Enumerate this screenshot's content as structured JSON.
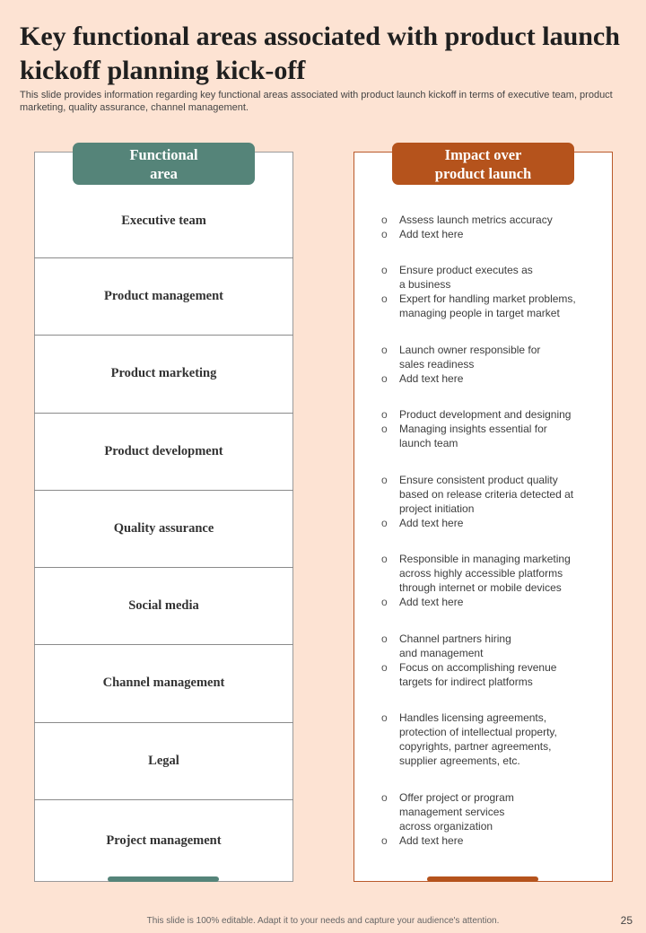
{
  "title": "Key functional areas associated with product launch kickoff planning kick-off",
  "subtitle": "This slide provides information regarding key functional areas associated with product launch kickoff in terms of executive team, product marketing, quality assurance, channel management.",
  "headers": {
    "left": "Functional\narea",
    "right": "Impact over\nproduct launch"
  },
  "bullet_glyph": "o",
  "rows": [
    {
      "area": "Executive team",
      "impacts": [
        "Assess launch metrics accuracy",
        "Add text here"
      ]
    },
    {
      "area": "Product  management",
      "impacts": [
        "Ensure product executes as\na business",
        "Expert for handling market problems,\nmanaging people in target market"
      ]
    },
    {
      "area": "Product  marketing",
      "impacts": [
        "Launch owner responsible for\nsales readiness",
        "Add text here"
      ]
    },
    {
      "area": "Product  development",
      "impacts": [
        "Product development  and designing",
        "Managing insights essential for\nlaunch team"
      ]
    },
    {
      "area": "Quality  assurance",
      "impacts": [
        "Ensure consistent product quality\nbased on release criteria detected at\nproject initiation",
        "Add text here"
      ]
    },
    {
      "area": "Social media",
      "impacts": [
        "Responsible in managing marketing\nacross highly accessible platforms\nthrough internet or mobile devices",
        "Add text here"
      ]
    },
    {
      "area": "Channel  management",
      "impacts": [
        "Channel partners hiring\nand management",
        "Focus on accomplishing revenue\ntargets for indirect platforms"
      ]
    },
    {
      "area": "Legal",
      "impacts": [
        "Handles licensing agreements,\nprotection of intellectual property,\ncopyrights, partner agreements,\nsupplier agreements, etc."
      ]
    },
    {
      "area": "Project  management",
      "impacts": [
        "Offer project or program\nmanagement services\nacross organization",
        "Add text here"
      ]
    }
  ],
  "footer": "This slide is 100% editable.  Adapt it to your needs and capture your audience's attention.",
  "page_number": "25"
}
